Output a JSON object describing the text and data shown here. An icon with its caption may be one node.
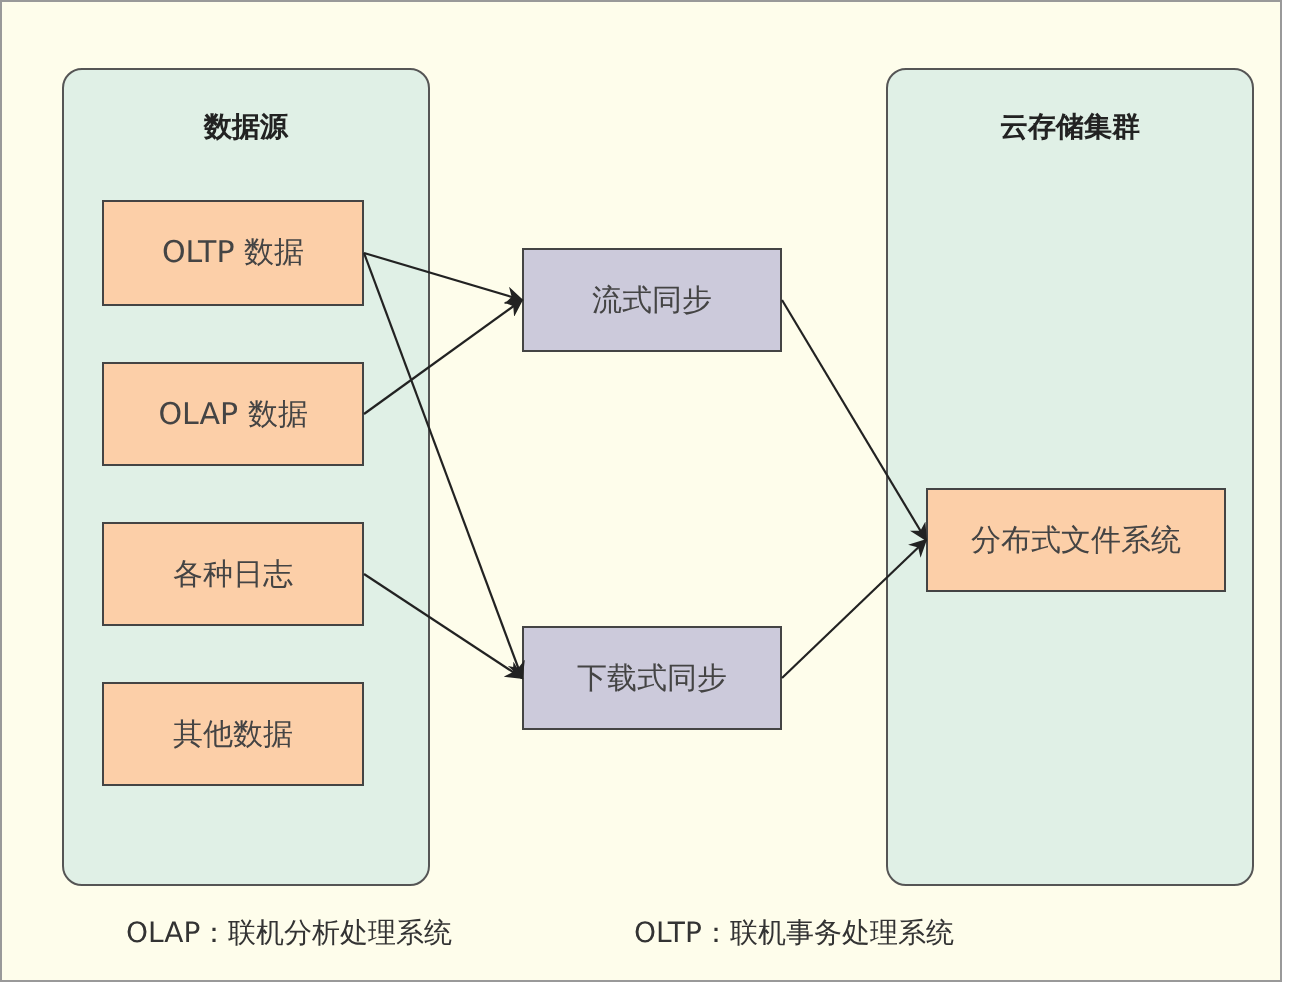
{
  "diagram": {
    "nodes": [
      {
        "text": [
          "数据源"
        ]
      },
      {
        "text": [
          "OLTP 数据"
        ],
        "in": 0
      },
      {
        "text": [
          "OLAP 数据"
        ],
        "in": 0
      },
      {
        "text": [
          "各种日志"
        ],
        "in": 0
      },
      {
        "text": [
          "其他数据"
        ],
        "in": 0
      },
      {
        "text": [
          "流式同步"
        ]
      },
      {
        "text": [
          "下载式同步"
        ]
      },
      {
        "text": [
          "云存储集群"
        ]
      },
      {
        "text": [
          "分布式文件系统"
        ],
        "in": 7
      }
    ],
    "edges": [
      {
        "from": 1,
        "to": 5,
        "arrow": "to"
      },
      {
        "from": 1,
        "to": 6,
        "arrow": "to"
      },
      {
        "from": 2,
        "to": 5,
        "arrow": "to"
      },
      {
        "from": 3,
        "to": 6,
        "arrow": "to"
      },
      {
        "from": 5,
        "to": 8,
        "arrow": "to"
      },
      {
        "from": 6,
        "to": 8,
        "arrow": "to"
      }
    ],
    "labels": [
      "OLAP：联机分析处理系统",
      "OLTP：联机事务处理系统"
    ]
  }
}
